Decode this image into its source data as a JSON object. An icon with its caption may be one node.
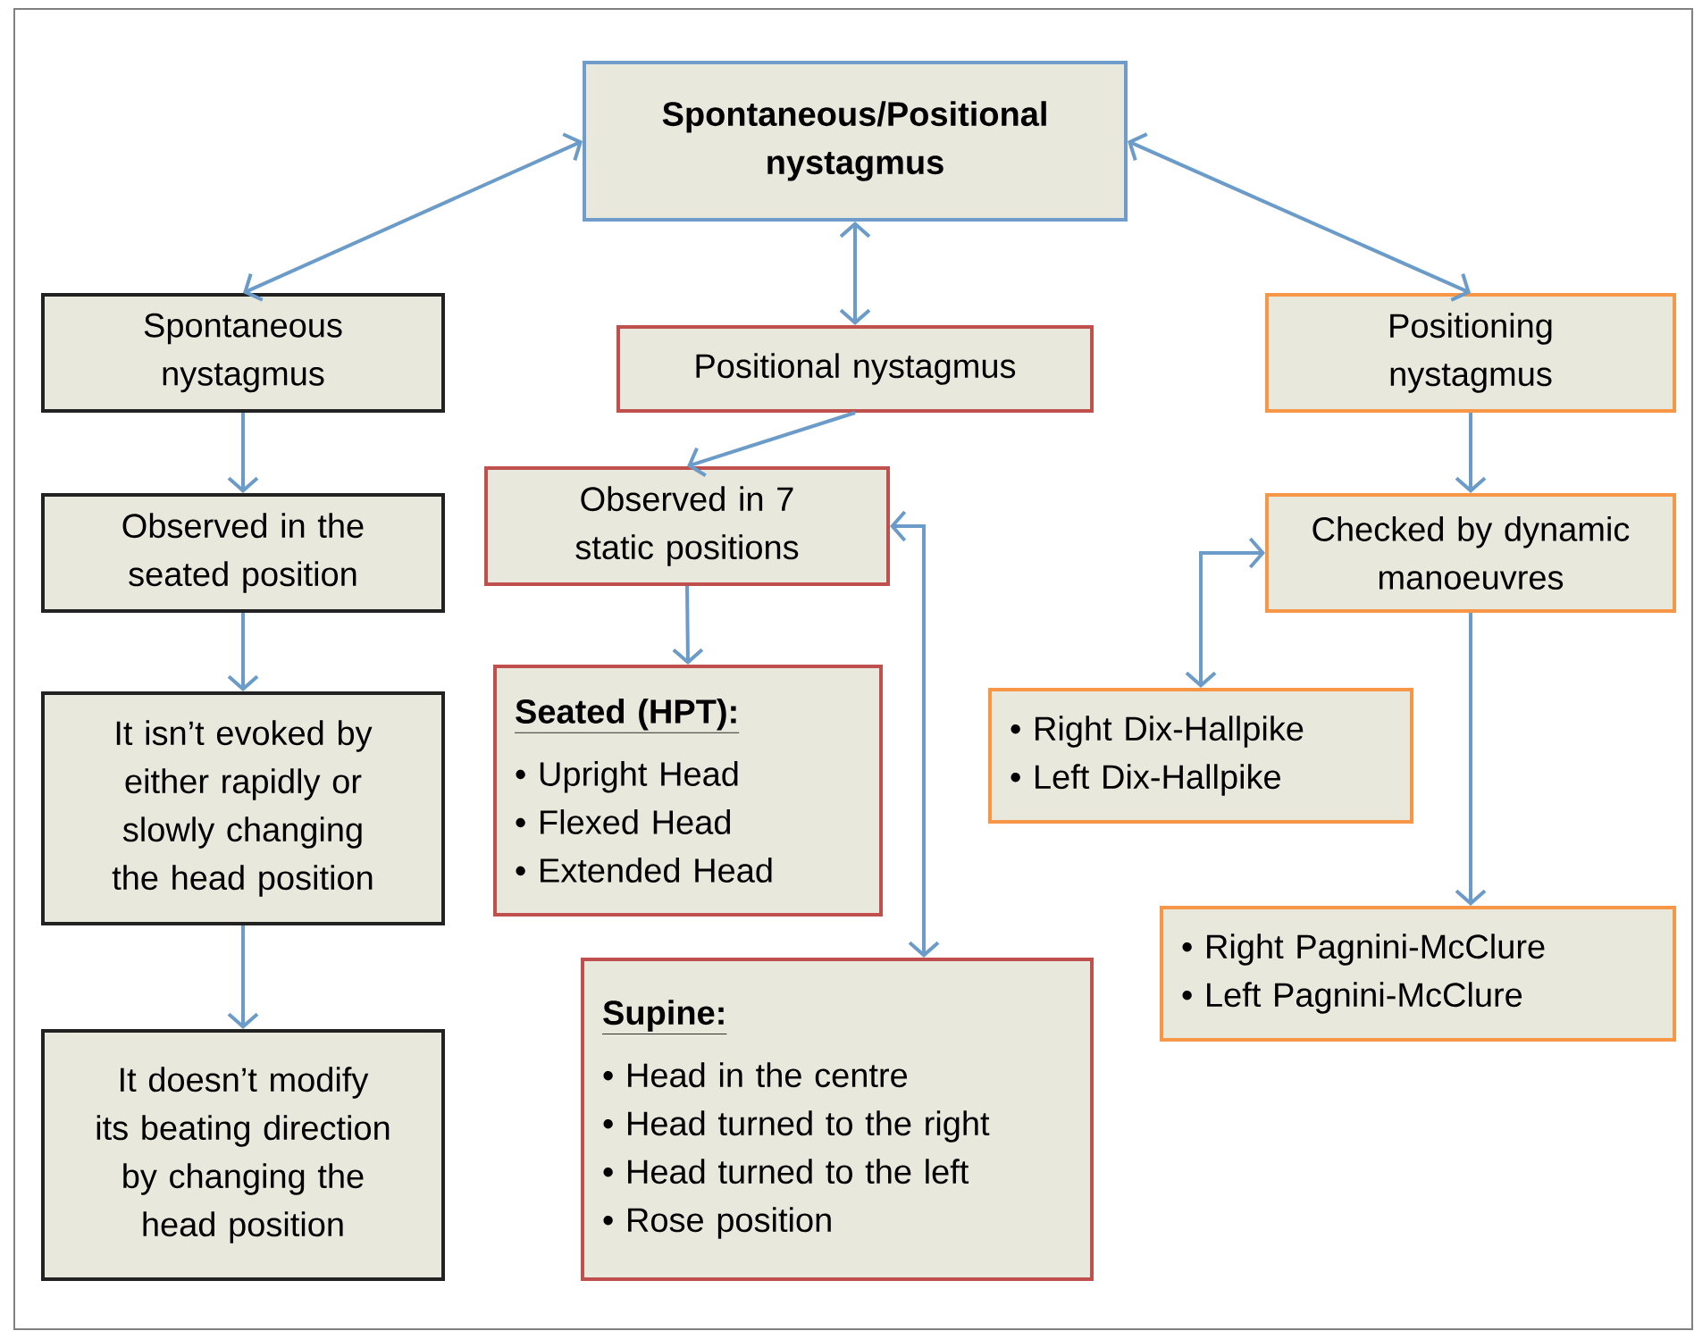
{
  "diagram": {
    "nodes": [
      {
        "text": [
          "Spontaneous/Positional nystagmus"
        ]
      },
      {
        "text": [
          "Spontaneous nystagmus"
        ]
      },
      {
        "text": [
          "Positional nystagmus"
        ]
      },
      {
        "text": [
          "Positioning nystagmus"
        ]
      },
      {
        "text": [
          "Observed in the seated position"
        ]
      },
      {
        "text": [
          "Observed in 7 static positions"
        ]
      },
      {
        "text": [
          "Checked by dynamic manoeuvres"
        ]
      },
      {
        "text": [
          "It isn’t evoked by either rapidly or slowly changing the head position"
        ]
      },
      {
        "text": [
          "Seated (HPT):",
          "• Upright Head",
          "• Flexed Head",
          "• Extended Head"
        ]
      },
      {
        "text": [
          "• Right Dix-Hallpike",
          "• Left Dix-Hallpike"
        ]
      },
      {
        "text": [
          "Supine:",
          "• Head in the centre",
          "• Head turned to the right",
          "• Head turned to the left",
          "• Rose position"
        ]
      },
      {
        "text": [
          "• Right Pagnini-McClure",
          "• Left Pagnini-McClure"
        ]
      },
      {
        "text": [
          "It doesn’t modify its beating direction by changing the head position"
        ]
      }
    ],
    "edges": [
      {
        "from": 0,
        "to": 1,
        "arrow": "both"
      },
      {
        "from": 0,
        "to": 2,
        "arrow": "both"
      },
      {
        "from": 0,
        "to": 3,
        "arrow": "both"
      },
      {
        "from": 1,
        "to": 4,
        "arrow": "to"
      },
      {
        "from": 4,
        "to": 7,
        "arrow": "to"
      },
      {
        "from": 7,
        "to": 12,
        "arrow": "to"
      },
      {
        "from": 2,
        "to": 5,
        "arrow": "to"
      },
      {
        "from": 5,
        "to": 8,
        "arrow": "to"
      },
      {
        "from": 5,
        "to": 10,
        "arrow": "both"
      },
      {
        "from": 3,
        "to": 6,
        "arrow": "to"
      },
      {
        "from": 6,
        "to": 9,
        "arrow": "both"
      },
      {
        "from": 6,
        "to": 11,
        "arrow": "to"
      }
    ]
  }
}
